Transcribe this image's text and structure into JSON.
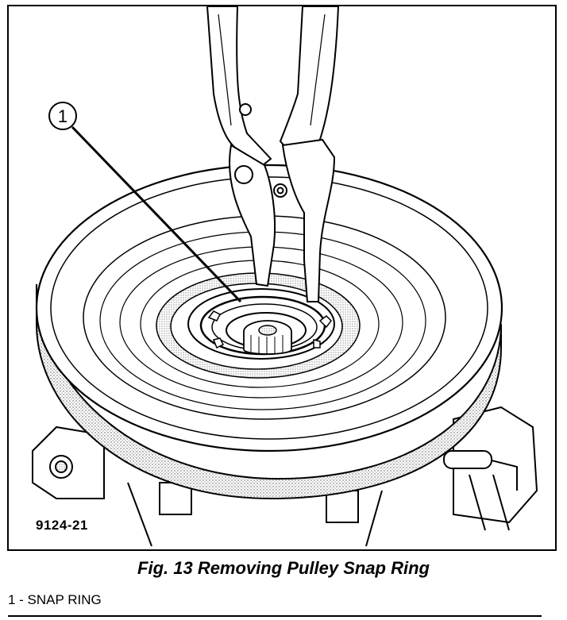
{
  "figure": {
    "caption": "Fig. 13 Removing Pulley Snap Ring",
    "reference_code": "9124-21",
    "callout_number": "1"
  },
  "legend": {
    "items": [
      {
        "text": "1 - SNAP RING"
      }
    ]
  }
}
